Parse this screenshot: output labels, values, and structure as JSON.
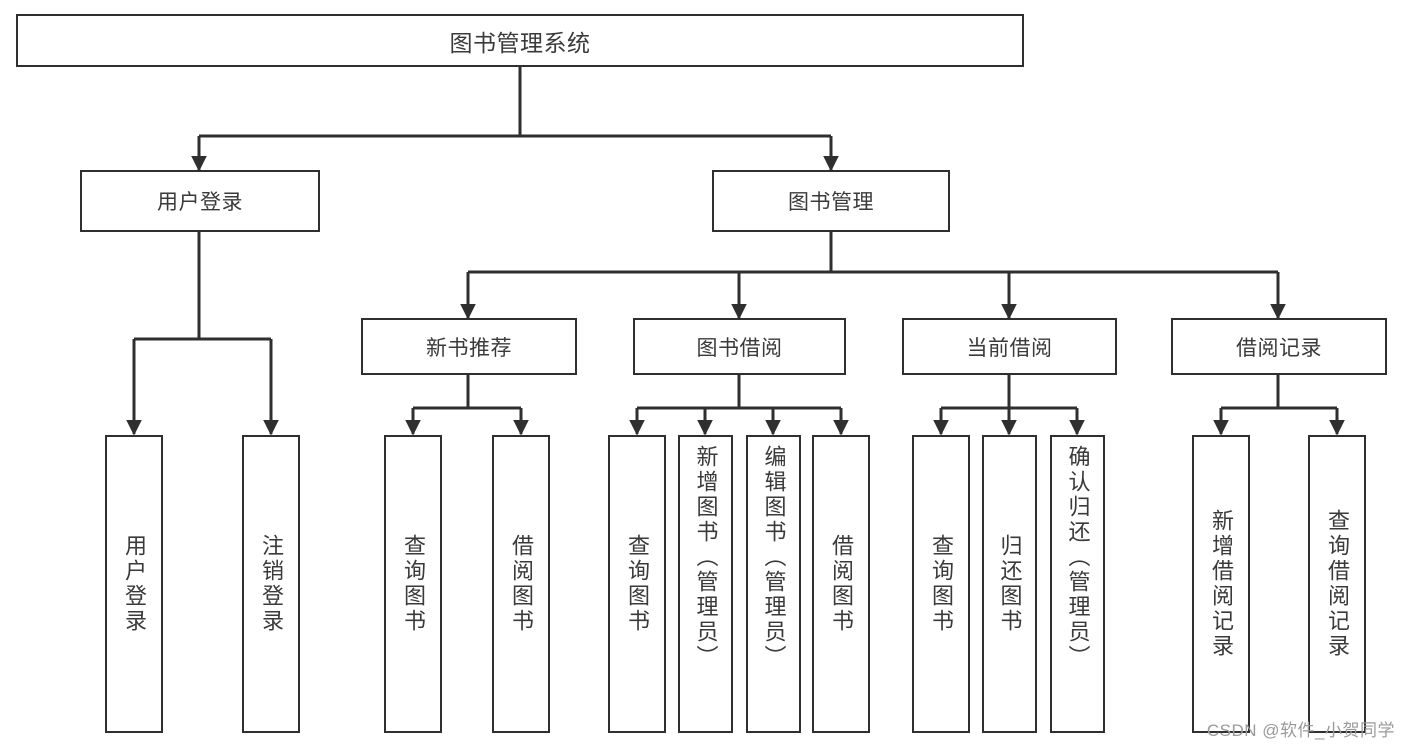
{
  "diagram": {
    "type": "tree",
    "title": "图书管理系统",
    "orientation": "top-down",
    "background": "#ffffff",
    "line_color": "#2f2f2f",
    "box_border_color": "#2f2f2f",
    "text_color": "#3a3a3a"
  },
  "root": {
    "label": "图书管理系统"
  },
  "level1": [
    {
      "label": "用户登录"
    },
    {
      "label": "图书管理"
    }
  ],
  "level2": [
    {
      "label": "新书推荐"
    },
    {
      "label": "图书借阅"
    },
    {
      "label": "当前借阅"
    },
    {
      "label": "借阅记录"
    }
  ],
  "leaves": {
    "user_login": [
      {
        "label": "用户登录"
      },
      {
        "label": "注销登录"
      }
    ],
    "new_book_recommend": [
      {
        "label": "查询图书"
      },
      {
        "label": "借阅图书"
      }
    ],
    "book_borrow": [
      {
        "label": "查询图书"
      },
      {
        "label": "新增图书（管理员）"
      },
      {
        "label": "编辑图书（管理员）"
      },
      {
        "label": "借阅图书"
      }
    ],
    "current_borrow": [
      {
        "label": "查询图书"
      },
      {
        "label": "归还图书"
      },
      {
        "label": "确认归还（管理员）"
      }
    ],
    "borrow_record": [
      {
        "label": "新增借阅记录"
      },
      {
        "label": "查询借阅记录"
      }
    ]
  },
  "watermark": {
    "text": "CSDN @软件_小贺同学"
  }
}
